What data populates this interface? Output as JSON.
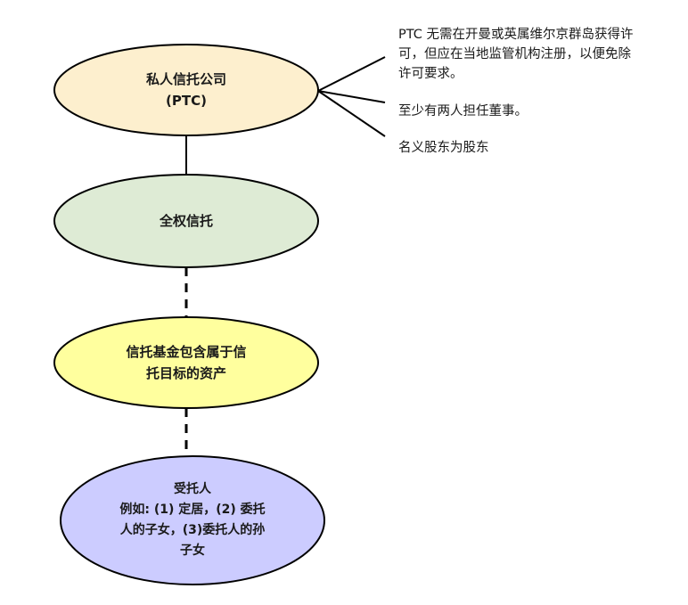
{
  "diagram": {
    "nodes": {
      "ptc": {
        "lines": [
          "私人信托公司",
          "(PTC)"
        ],
        "fill": "#FDEFCE"
      },
      "discretionary_trust": {
        "lines": [
          "全权信托"
        ],
        "fill": "#DEEBD5"
      },
      "trust_fund": {
        "lines": [
          "信托基金包含属于信",
          "托目标的资产"
        ],
        "fill": "#FFFF9E"
      },
      "beneficiaries": {
        "lines": [
          "受托人",
          "例如: (1) 定居，(2) 委托",
          "人的子女，(3)委托人的孙",
          "子女"
        ],
        "fill": "#CCCCFF"
      }
    },
    "notes": [
      {
        "lines": [
          "PTC 无需在开曼或英属维尔京群岛获得许",
          "可，但应在当地监管机构注册，以便免除",
          "许可要求。"
        ]
      },
      {
        "lines": [
          "至少有两人担任董事。"
        ]
      },
      {
        "lines": [
          "名义股东为股东"
        ]
      }
    ],
    "connectors": [
      {
        "from": "ptc",
        "to": "discretionary_trust",
        "style": "solid"
      },
      {
        "from": "discretionary_trust",
        "to": "trust_fund",
        "style": "dashed"
      },
      {
        "from": "trust_fund",
        "to": "beneficiaries",
        "style": "dashed"
      }
    ],
    "stroke_color": "#000000"
  }
}
